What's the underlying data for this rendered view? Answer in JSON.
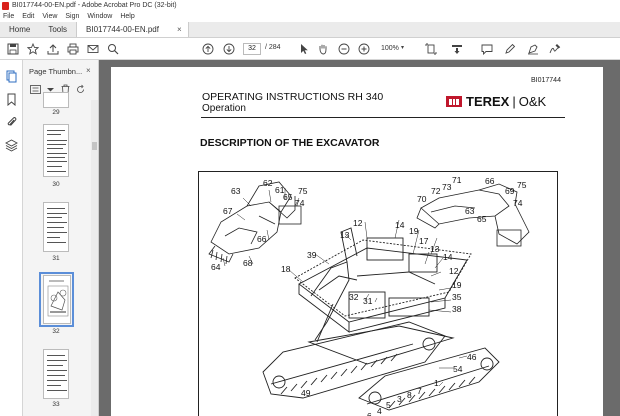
{
  "window": {
    "title": "BI017744-00-EN.pdf - Adobe Acrobat Pro DC (32-bit)"
  },
  "menu": [
    "File",
    "Edit",
    "View",
    "Sign",
    "Window",
    "Help"
  ],
  "tabs": {
    "home": "Home",
    "tools": "Tools",
    "document": "BI017744-00-EN.pdf",
    "close_glyph": "×"
  },
  "toolbar": {
    "current_page": "32",
    "page_total": "/ 284",
    "zoom": "100%"
  },
  "thumbnails_panel": {
    "title": "Page Thumbn...",
    "close_glyph": "×",
    "pages": [
      {
        "label": "29"
      },
      {
        "label": "30"
      },
      {
        "label": "31"
      },
      {
        "label": "32",
        "selected": true
      },
      {
        "label": "33"
      }
    ]
  },
  "document": {
    "doc_number": "BI017744",
    "header_title": "OPERATING INSTRUCTIONS RH 340",
    "header_subtitle": "Operation",
    "logo_brand": "TEREX",
    "logo_separator": "|",
    "logo_suffix": "O&K",
    "section_title": "DESCRIPTION OF THE EXCAVATOR",
    "callouts": [
      "63",
      "62",
      "61",
      "65",
      "75",
      "74",
      "67",
      "66",
      "64",
      "68",
      "39",
      "18",
      "12",
      "13",
      "14",
      "19",
      "17",
      "13",
      "14",
      "12",
      "19",
      "35",
      "38",
      "32",
      "31",
      "46",
      "54",
      "1",
      "7",
      "49",
      "2",
      "6",
      "4",
      "5",
      "3",
      "8",
      "70",
      "72",
      "73",
      "71",
      "66",
      "69",
      "75",
      "74",
      "63",
      "65"
    ]
  },
  "colors": {
    "accent_blue": "#5b8ed8",
    "acrobat_red": "#d9221c",
    "terex_red": "#c0172c",
    "canvas_gray": "#6b6b6b"
  }
}
